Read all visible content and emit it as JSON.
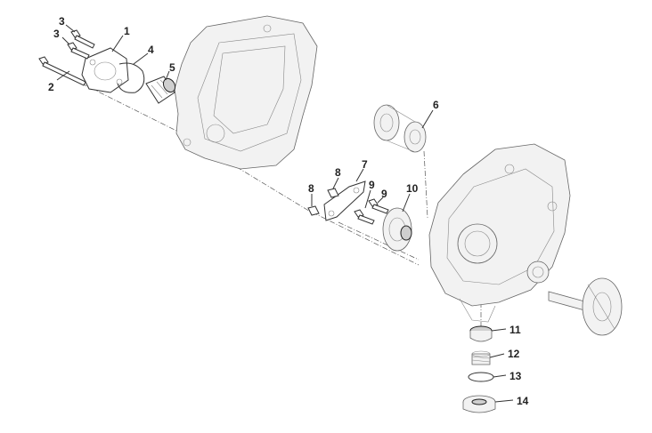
{
  "diagram": {
    "callouts": [
      {
        "id": "c1",
        "label": "1"
      },
      {
        "id": "c2",
        "label": "2"
      },
      {
        "id": "c3a",
        "label": "3"
      },
      {
        "id": "c3b",
        "label": "3"
      },
      {
        "id": "c4",
        "label": "4"
      },
      {
        "id": "c5",
        "label": "5"
      },
      {
        "id": "c6",
        "label": "6"
      },
      {
        "id": "c7",
        "label": "7"
      },
      {
        "id": "c8a",
        "label": "8"
      },
      {
        "id": "c8b",
        "label": "8"
      },
      {
        "id": "c9a",
        "label": "9"
      },
      {
        "id": "c9b",
        "label": "9"
      },
      {
        "id": "c10",
        "label": "10"
      },
      {
        "id": "c11",
        "label": "11"
      },
      {
        "id": "c12",
        "label": "12"
      },
      {
        "id": "c13",
        "label": "13"
      },
      {
        "id": "c14",
        "label": "14"
      }
    ]
  }
}
